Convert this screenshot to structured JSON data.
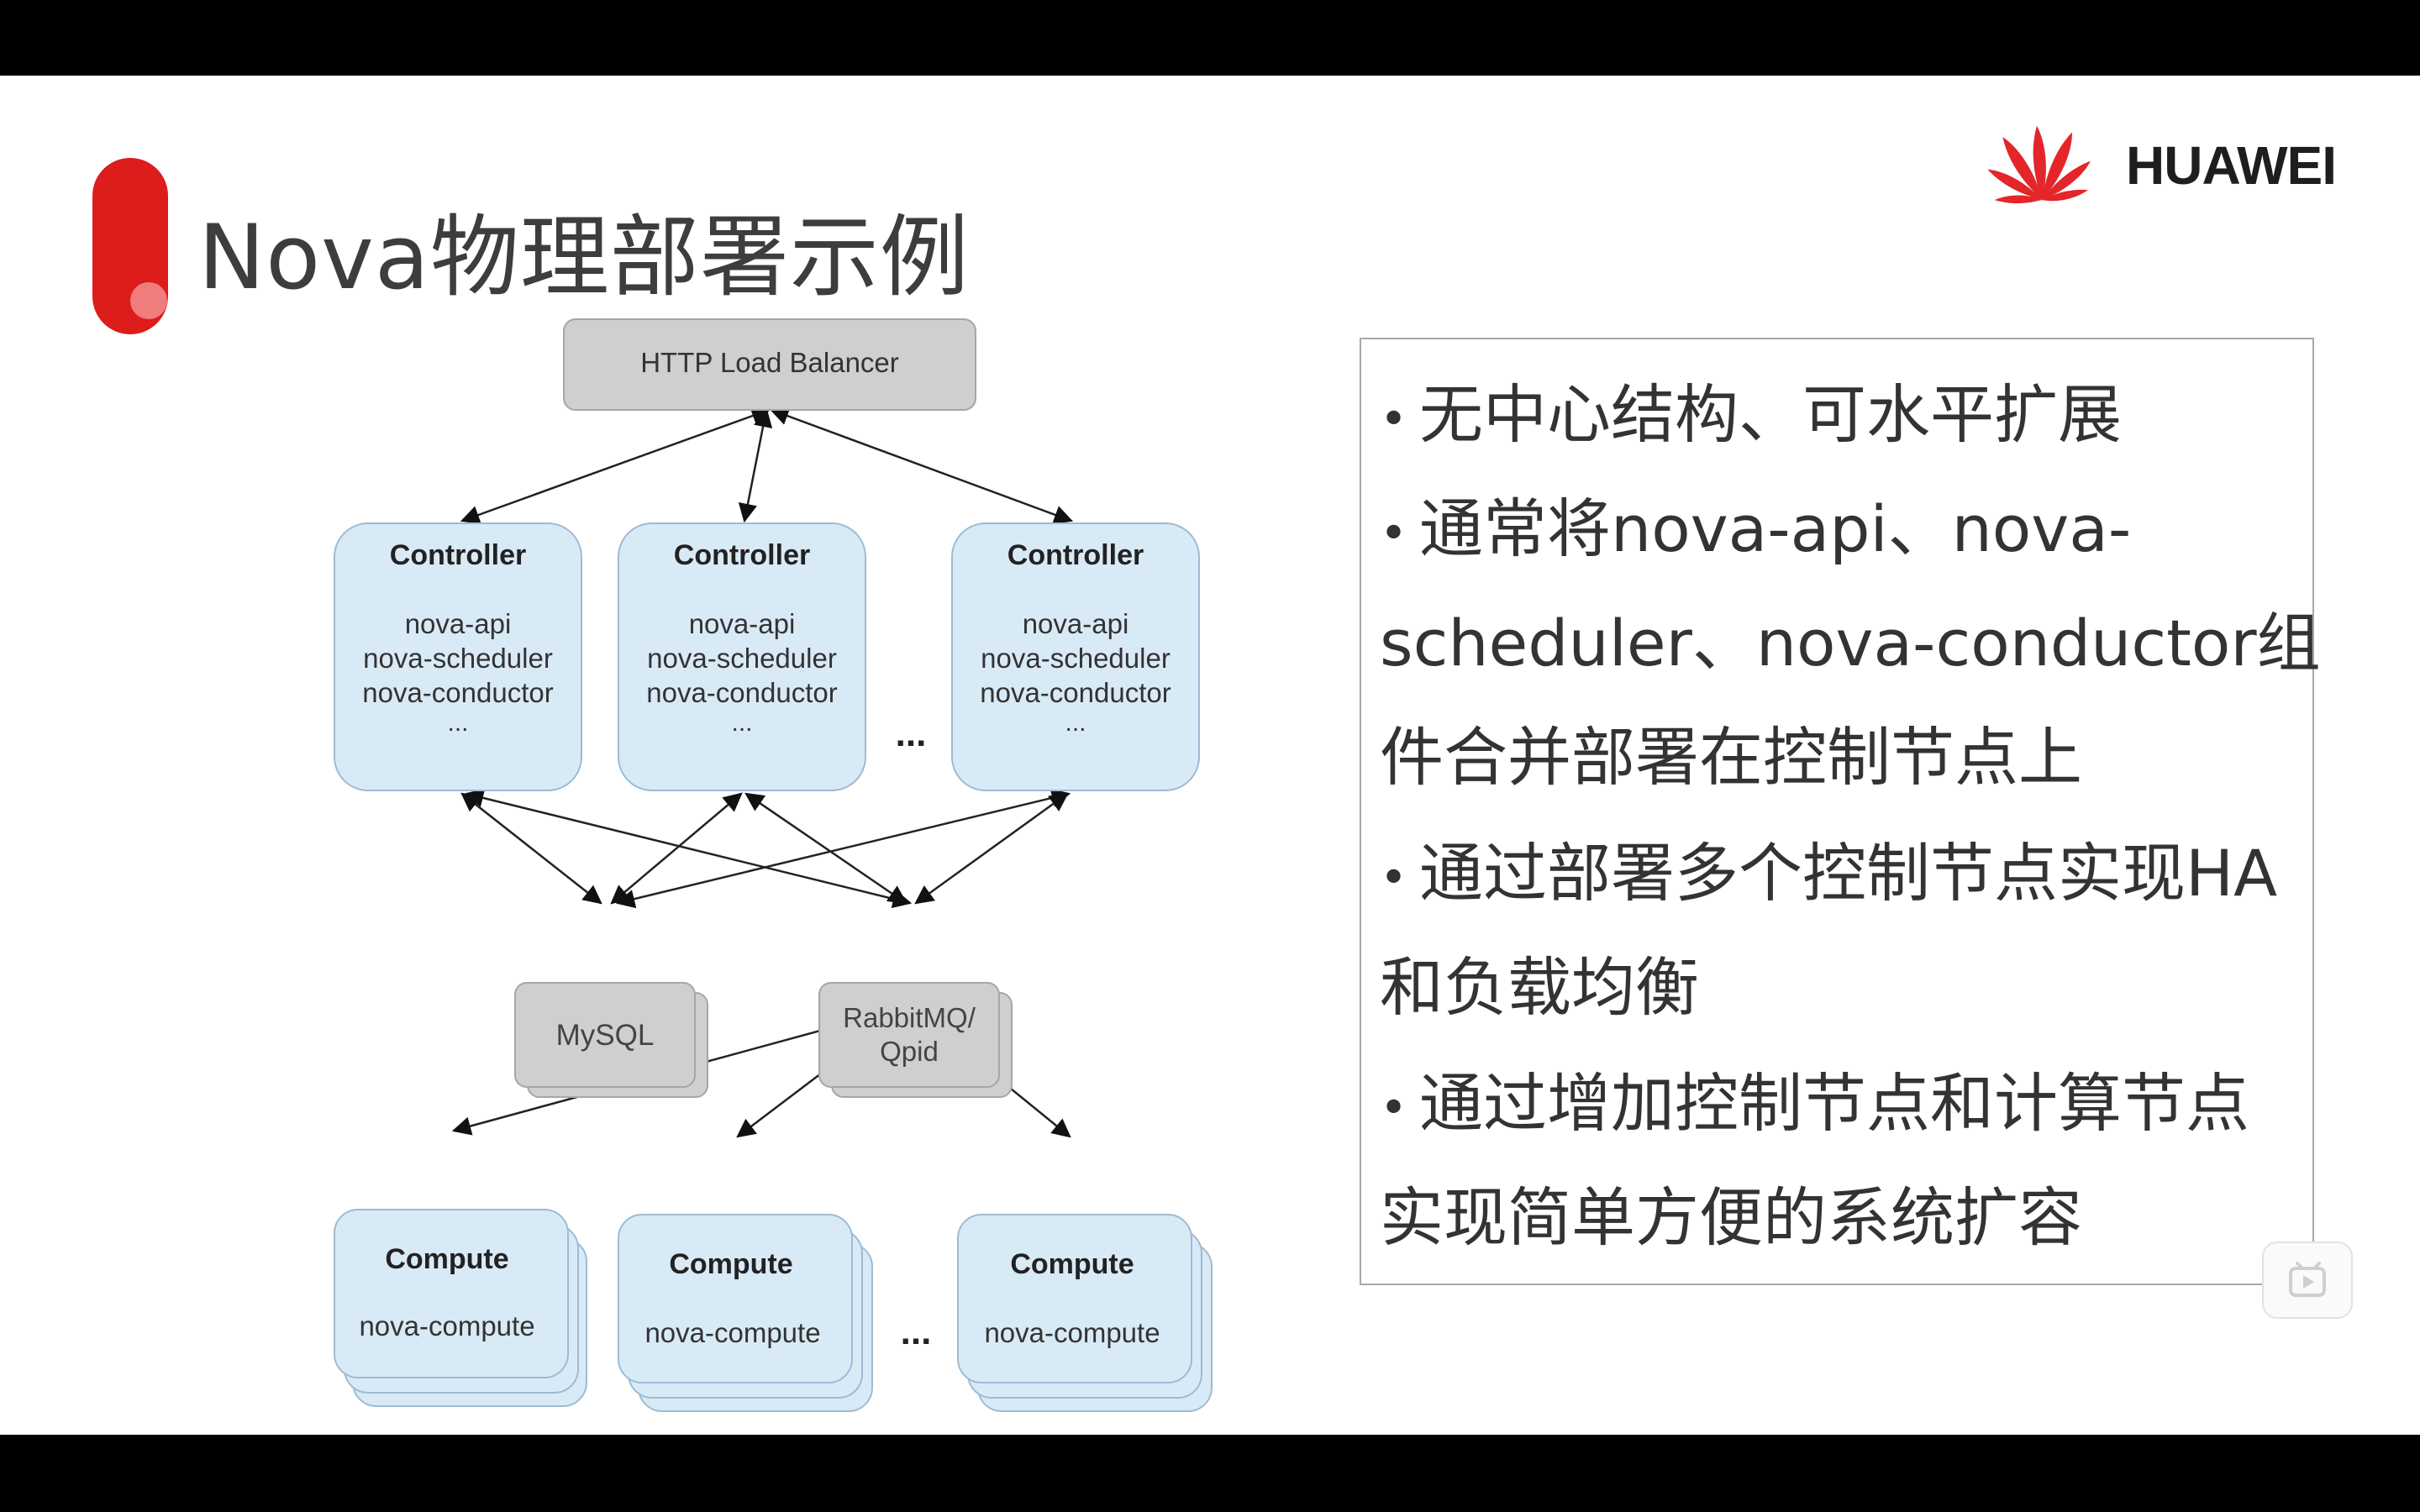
{
  "slide": {
    "title": "Nova物理部署示例",
    "logo_text": "HUAWEI"
  },
  "diagram": {
    "load_balancer": "HTTP Load Balancer",
    "controller_title": "Controller",
    "controller_lines": [
      "nova-api",
      "nova-scheduler",
      "nova-conductor",
      "..."
    ],
    "ellipsis": "...",
    "mysql": "MySQL",
    "mq_line1": "RabbitMQ/",
    "mq_line2": "Qpid",
    "compute_title": "Compute",
    "compute_line": "nova-compute"
  },
  "bullets": [
    "无中心结构、可水平扩展",
    "通常将nova-api、nova-",
    "scheduler、nova-conductor组",
    "件合并部署在控制节点上",
    "通过部署多个控制节点实现HA",
    "和负载均衡",
    "通过增加控制节点和计算节点",
    "实现简单方便的系统扩容"
  ],
  "colors": {
    "accent": "#dd1c1c",
    "node_blue": "#d9eaf7",
    "node_gray": "#cfcfcf"
  }
}
